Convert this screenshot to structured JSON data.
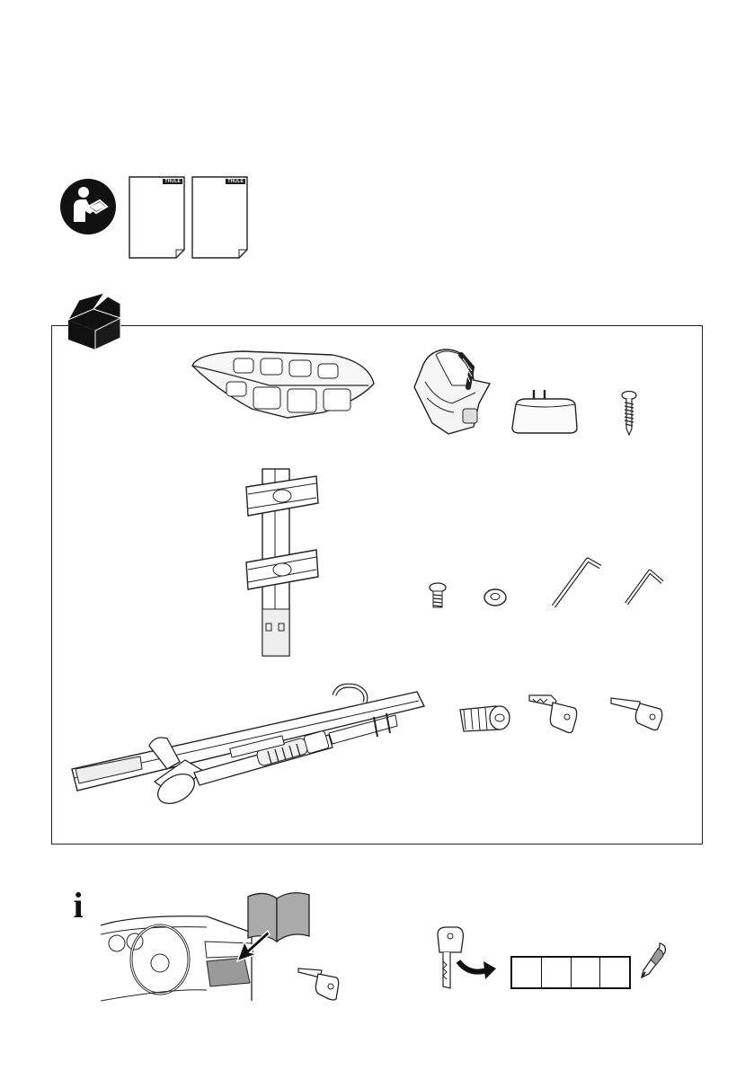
{
  "manual": {
    "icon": "read-manual-icon",
    "documents": [
      {
        "brand": "THULE"
      },
      {
        "brand": "THULE"
      }
    ]
  },
  "contents": {
    "icon": "open-box-icon",
    "parts": [
      "wheel-tray-icon",
      "strap-holder-icon",
      "end-cap-icon",
      "screw-long-icon",
      "mounting-bracket-icon",
      "bolt-short-icon",
      "washer-icon",
      "hex-key-large-icon",
      "hex-key-small-icon",
      "frame-arm-icon",
      "lock-cylinder-icon",
      "key-icon"
    ]
  },
  "info": {
    "icon": "info-icon",
    "glyph": "i",
    "key_code_cells": 4
  }
}
